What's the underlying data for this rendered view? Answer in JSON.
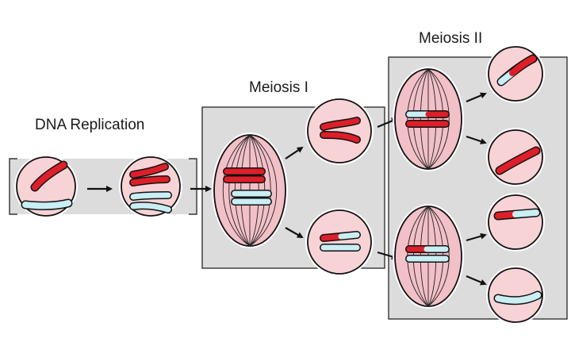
{
  "stages": {
    "replication": {
      "label": "DNA Replication"
    },
    "meiosis1": {
      "label": "Meiosis I"
    },
    "meiosis2": {
      "label": "Meiosis II"
    }
  },
  "colors": {
    "background": "#ffffff",
    "panel_fill": "#dcdcdc",
    "panel_stroke": "#333333",
    "cell_fill": "#f8d3d6",
    "spindle_fill": "#f2c0c7",
    "maternal_chromosome": "#dd1f2a",
    "paternal_chromosome": "#c9eef4",
    "outline": "#111111"
  },
  "cells": [
    {
      "id": "parent-cell",
      "stage": "replication",
      "contents": [
        "red-chromosome",
        "blue-chromosome"
      ]
    },
    {
      "id": "replicated-cell",
      "stage": "replication",
      "contents": [
        "red-sister-chromatids",
        "blue-sister-chromatids"
      ]
    },
    {
      "id": "meiosis1-dividing-cell",
      "stage": "meiosis1",
      "contents": [
        "spindle",
        "red-pair",
        "blue-pair"
      ]
    },
    {
      "id": "daughter-cell-top",
      "stage": "meiosis1",
      "contents": [
        "red-sister-chromatids"
      ]
    },
    {
      "id": "daughter-cell-bottom",
      "stage": "meiosis1",
      "contents": [
        "recombinant-sister-chromatids"
      ]
    },
    {
      "id": "meiosis2-dividing-cell-top",
      "stage": "meiosis2",
      "contents": [
        "spindle",
        "recombinant-sister-chromatids"
      ]
    },
    {
      "id": "meiosis2-dividing-cell-bottom",
      "stage": "meiosis2",
      "contents": [
        "spindle",
        "recombinant-sister-chromatids"
      ]
    },
    {
      "id": "gamete-1",
      "stage": "meiosis2",
      "contents": [
        "red-blue-chromosome"
      ]
    },
    {
      "id": "gamete-2",
      "stage": "meiosis2",
      "contents": [
        "red-chromosome"
      ]
    },
    {
      "id": "gamete-3",
      "stage": "meiosis2",
      "contents": [
        "red-blue-chromosome"
      ]
    },
    {
      "id": "gamete-4",
      "stage": "meiosis2",
      "contents": [
        "blue-chromosome"
      ]
    }
  ],
  "arrows": [
    {
      "from": "parent-cell",
      "to": "replicated-cell"
    },
    {
      "from": "replicated-cell",
      "to": "meiosis1-dividing-cell"
    },
    {
      "from": "meiosis1-dividing-cell",
      "to": "daughter-cell-top"
    },
    {
      "from": "meiosis1-dividing-cell",
      "to": "daughter-cell-bottom"
    },
    {
      "from": "daughter-cell-top",
      "to": "meiosis2-dividing-cell-top"
    },
    {
      "from": "daughter-cell-bottom",
      "to": "meiosis2-dividing-cell-bottom"
    },
    {
      "from": "meiosis2-dividing-cell-top",
      "to": "gamete-1"
    },
    {
      "from": "meiosis2-dividing-cell-top",
      "to": "gamete-2"
    },
    {
      "from": "meiosis2-dividing-cell-bottom",
      "to": "gamete-3"
    },
    {
      "from": "meiosis2-dividing-cell-bottom",
      "to": "gamete-4"
    }
  ]
}
